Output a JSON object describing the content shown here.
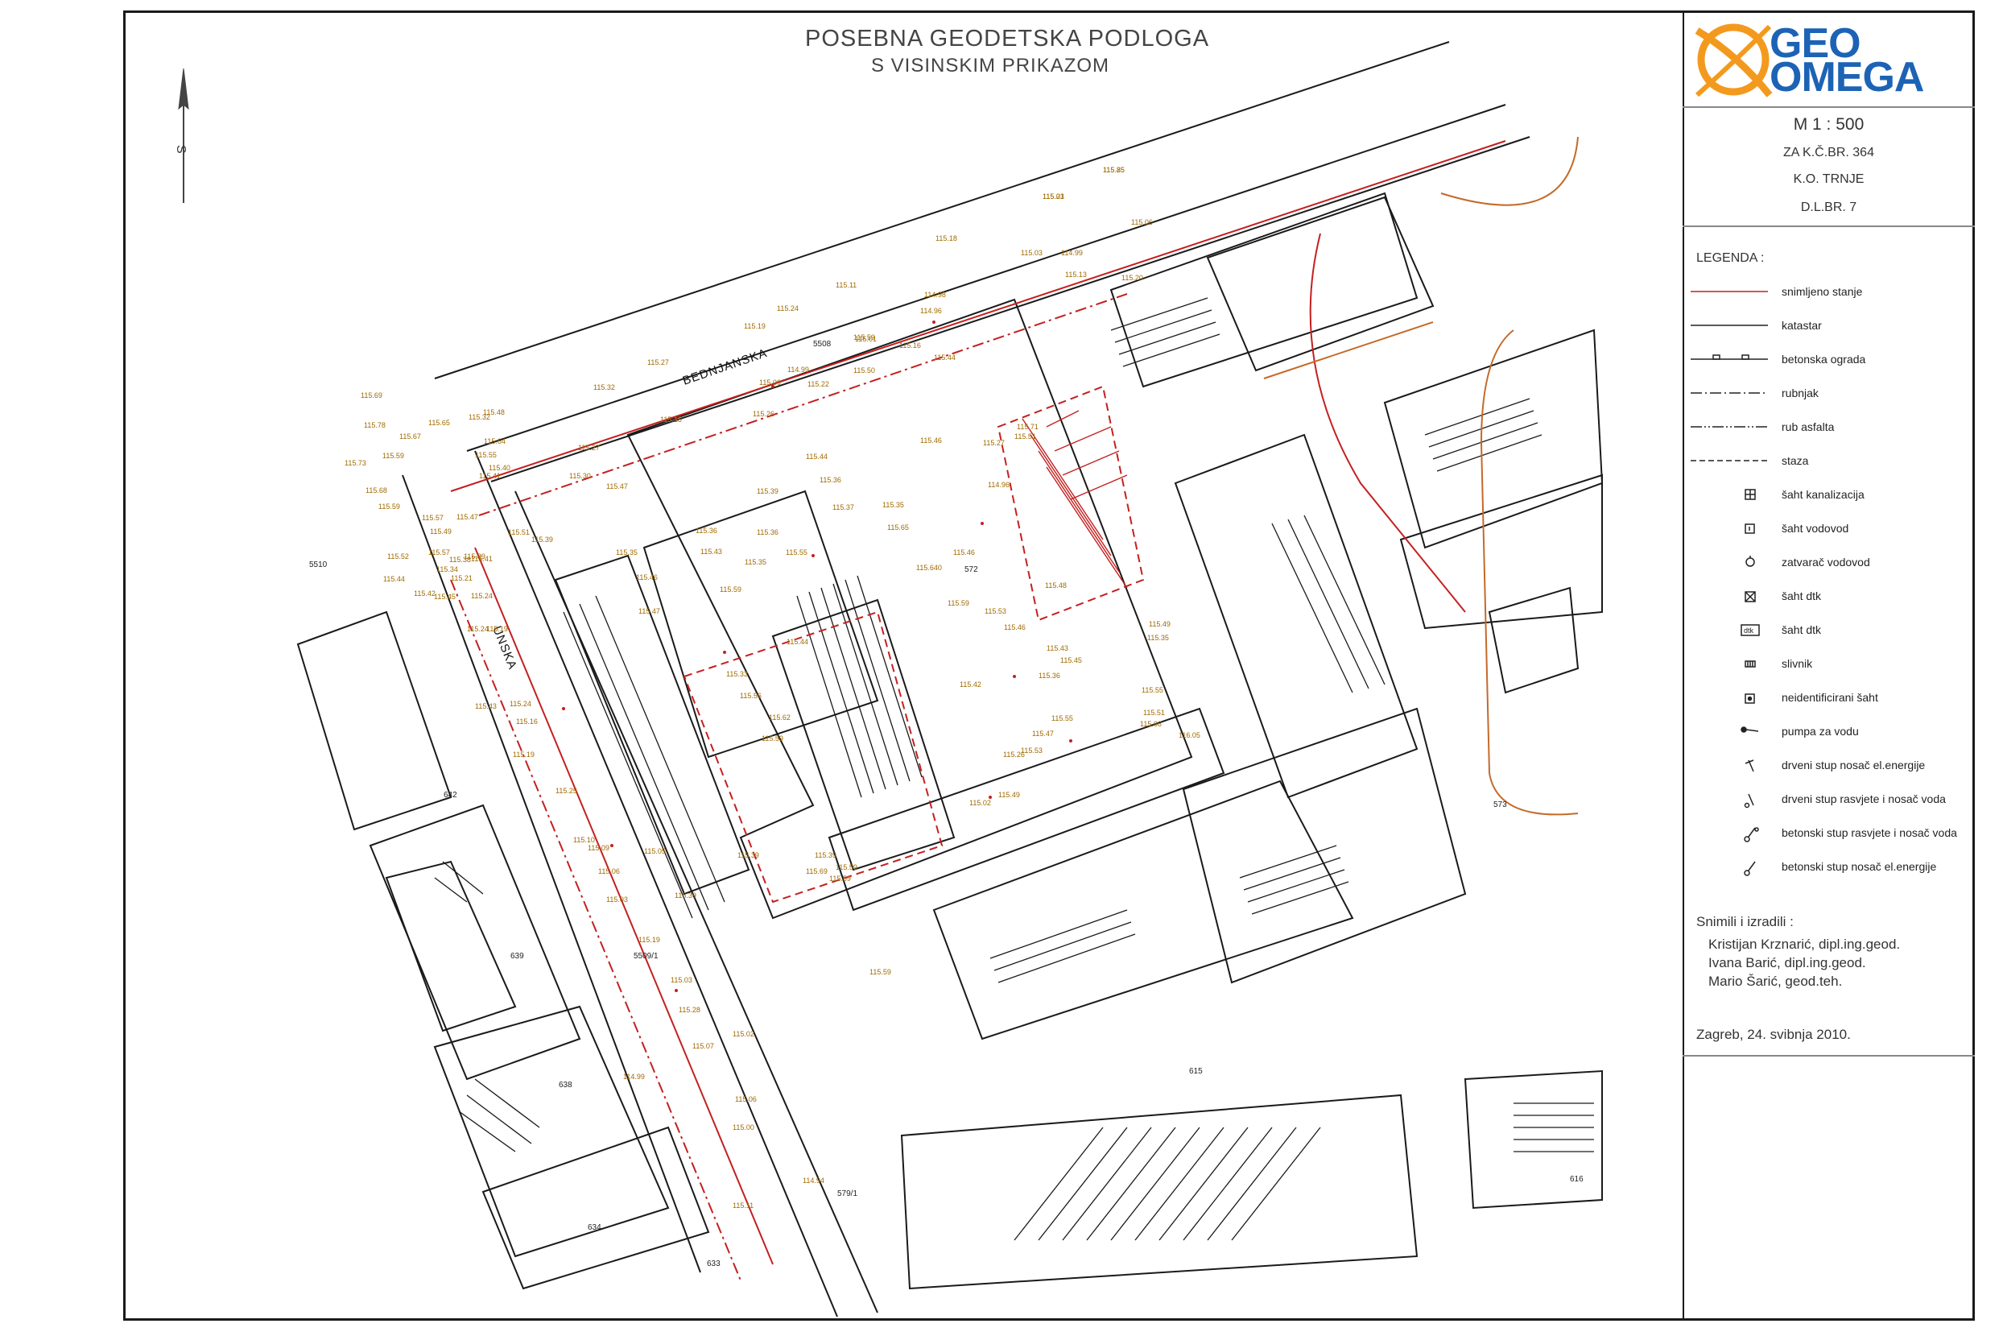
{
  "title": {
    "line1": "POSEBNA GEODETSKA PODLOGA",
    "line2": "S VISINSKIM PRIKAZOM"
  },
  "north_arrow_label": "S",
  "logo": {
    "line1": "GEO",
    "line2": "OMEGA"
  },
  "sheet_info": {
    "scale": "M 1 : 500",
    "parcel": "ZA K.Č.BR. 364",
    "cadastral_municipality": "K.O. TRNJE",
    "sheet": "D.L.BR. 7"
  },
  "legend": {
    "title": "LEGENDA :",
    "items": [
      {
        "label": "snimljeno stanje",
        "icon": "red-solid-line"
      },
      {
        "label": "katastar",
        "icon": "black-solid-line"
      },
      {
        "label": "betonska ograda",
        "icon": "fence-line"
      },
      {
        "label": "rubnjak",
        "icon": "dash-dot-line"
      },
      {
        "label": "rub asfalta",
        "icon": "dash-dot-dot-line"
      },
      {
        "label": "staza",
        "icon": "dashed-line"
      },
      {
        "label": "šaht kanalizacija",
        "icon": "grid-box-icon"
      },
      {
        "label": "šaht vodovod",
        "icon": "box-icon"
      },
      {
        "label": "zatvarač vodovod",
        "icon": "circle-dot-icon"
      },
      {
        "label": "šaht dtk",
        "icon": "cross-box-icon"
      },
      {
        "label": "šaht dtk",
        "icon": "dtk-box-icon"
      },
      {
        "label": "slivnik",
        "icon": "grate-icon"
      },
      {
        "label": "neidentificirani šaht",
        "icon": "dot-box-icon"
      },
      {
        "label": "pumpa za vodu",
        "icon": "pump-icon"
      },
      {
        "label": "drveni stup nosač el.energije",
        "icon": "wooden-pole-icon"
      },
      {
        "label": "drveni stup rasvjete i nosač voda",
        "icon": "wooden-lamp-pole-icon"
      },
      {
        "label": "betonski stup rasvjete i nosač voda",
        "icon": "concrete-lamp-pole-icon"
      },
      {
        "label": "betonski stup nosač el.energije",
        "icon": "concrete-pole-icon"
      }
    ]
  },
  "credits": {
    "heading": "Snimili i izradili :",
    "people": [
      "Kristijan Krznarić, dipl.ing.geod.",
      "Ivana Barić, dipl.ing.geod.",
      "Mario Šarić, geod.teh."
    ]
  },
  "date": "Zagreb, 24. svibnja 2010.",
  "streets": {
    "bednjanska": "BEDNJANSKA",
    "unska": "UNSKA"
  },
  "parcels": [
    "5508",
    "5510",
    "572",
    "573",
    "642",
    "639",
    "638",
    "634",
    "633",
    "5509/1",
    "579/1",
    "615",
    "616"
  ],
  "elevations": [
    "115.25",
    "115.23",
    "115.06",
    "115.18",
    "115.03",
    "114.99",
    "115.13",
    "115.20",
    "115.11",
    "115.24",
    "114.98",
    "114.96",
    "115.16",
    "115.19",
    "115.01",
    "115.27",
    "114.99",
    "115.00",
    "115.22",
    "115.32",
    "115.15",
    "115.26",
    "115.69",
    "115.78",
    "115.65",
    "115.48",
    "115.32",
    "115.67",
    "115.64",
    "115.55",
    "115.27",
    "115.40",
    "115.73",
    "115.59",
    "115.30",
    "115.41",
    "115.47",
    "115.68",
    "115.59",
    "115.44",
    "115.36",
    "115.39",
    "115.37",
    "115.35",
    "115.36",
    "115.55",
    "115.65",
    "115.57",
    "115.47",
    "115.49",
    "115.51",
    "115.39",
    "115.57",
    "115.41",
    "115.39",
    "115.38",
    "115.35",
    "115.36",
    "115.43",
    "115.35",
    "115.46",
    "115.640",
    "115.46",
    "115.59",
    "115.52",
    "115.44",
    "115.34",
    "115.21",
    "115.42",
    "115.24",
    "115.45",
    "115.47",
    "115.24",
    "115.19",
    "115.59",
    "115.53",
    "115.48",
    "115.46",
    "115.43",
    "115.45",
    "115.36",
    "115.42",
    "115.49",
    "115.33",
    "115.44",
    "115.56",
    "115.62",
    "115.59",
    "115.55",
    "115.47",
    "115.53",
    "115.51",
    "115.66",
    "116.05",
    "115.26",
    "115.49",
    "115.55",
    "115.43",
    "115.24",
    "115.16",
    "115.19",
    "115.25",
    "115.10",
    "115.09",
    "115.06",
    "115.03",
    "115.05",
    "115.39",
    "115.19",
    "115.03",
    "115.02",
    "115.69",
    "115.39",
    "115.59",
    "115.59",
    "115.39",
    "115.59",
    "115.28",
    "115.02",
    "115.07",
    "114.99",
    "115.06",
    "115.00",
    "114.94",
    "115.11",
    "114.96",
    "115.51",
    "115.35",
    "115.44",
    "115.46",
    "115.27",
    "115.71",
    "115.50",
    "115.59",
    "115.85",
    "115.01"
  ]
}
